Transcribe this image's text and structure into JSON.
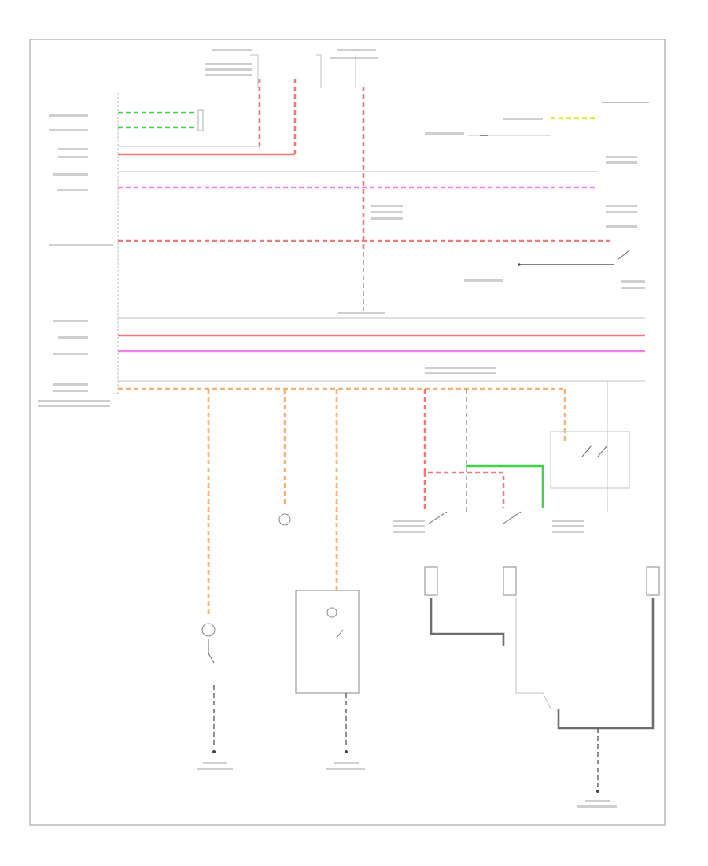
{
  "diagram": {
    "corner_label": "",
    "top_connector_label": "",
    "left_signals": [
      {
        "label": "",
        "wire_color": "green"
      },
      {
        "label": "",
        "wire_color": "green"
      },
      {
        "label": "",
        "wire_color": "red"
      },
      {
        "label": "",
        "wire_color": "red"
      },
      {
        "label": "",
        "wire_color": "grey"
      },
      {
        "label": "",
        "wire_color": "pink"
      },
      {
        "label": "",
        "wire_color": "red"
      },
      {
        "label": "",
        "wire_color": "grey"
      },
      {
        "label": "",
        "wire_color": "red"
      },
      {
        "label": "",
        "wire_color": "pink"
      },
      {
        "label": "",
        "wire_color": "grey"
      },
      {
        "label": "",
        "wire_color": "orange"
      }
    ],
    "components": [
      {
        "name": "instrument-panel-lamp",
        "label": ""
      },
      {
        "name": "left-front-door-switch",
        "label": ""
      },
      {
        "name": "right-front-door-switch",
        "label": ""
      },
      {
        "name": "left-rear-door-switch",
        "label": ""
      },
      {
        "name": "right-rear-door-switch",
        "label": ""
      },
      {
        "name": "rear-compartment-lamp",
        "label": ""
      },
      {
        "name": "ground-point-1",
        "label": ""
      },
      {
        "name": "ground-point-2",
        "label": ""
      },
      {
        "name": "ground-point-3",
        "label": ""
      }
    ],
    "colors": {
      "red": "#f07878",
      "pink": "#f080f0",
      "orange": "#f0b47a",
      "green": "#3fd24a",
      "yellow": "#e8e84a",
      "grey": "#9a9a9a"
    }
  }
}
